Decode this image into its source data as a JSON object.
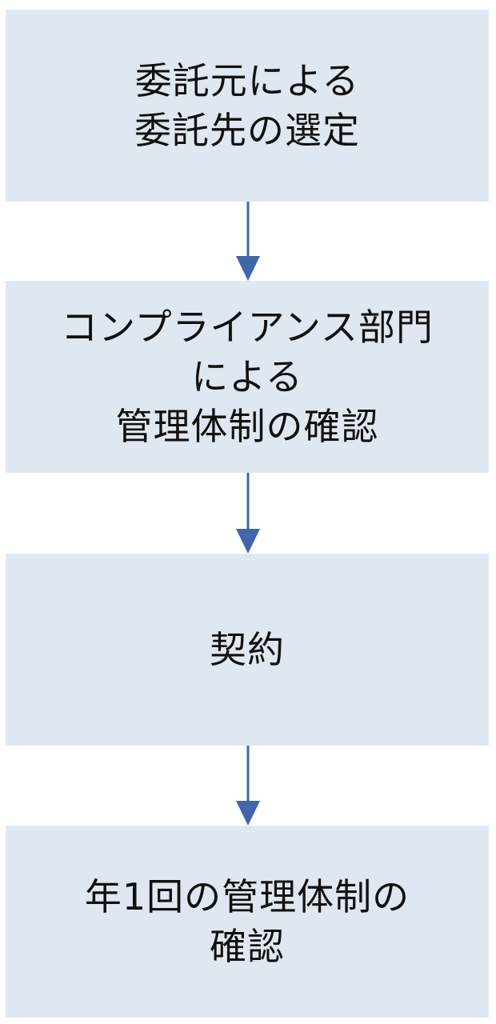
{
  "colors": {
    "box_fill": "#dfe8f1",
    "arrow": "#3f66aa",
    "text": "#111111"
  },
  "steps": [
    {
      "lines": [
        "委託元による",
        "委託先の選定"
      ]
    },
    {
      "lines": [
        "コンプライアンス部門",
        "による",
        "管理体制の確認"
      ]
    },
    {
      "lines": [
        "契約"
      ]
    },
    {
      "lines": [
        "年1回の管理体制の",
        "確認"
      ]
    }
  ]
}
